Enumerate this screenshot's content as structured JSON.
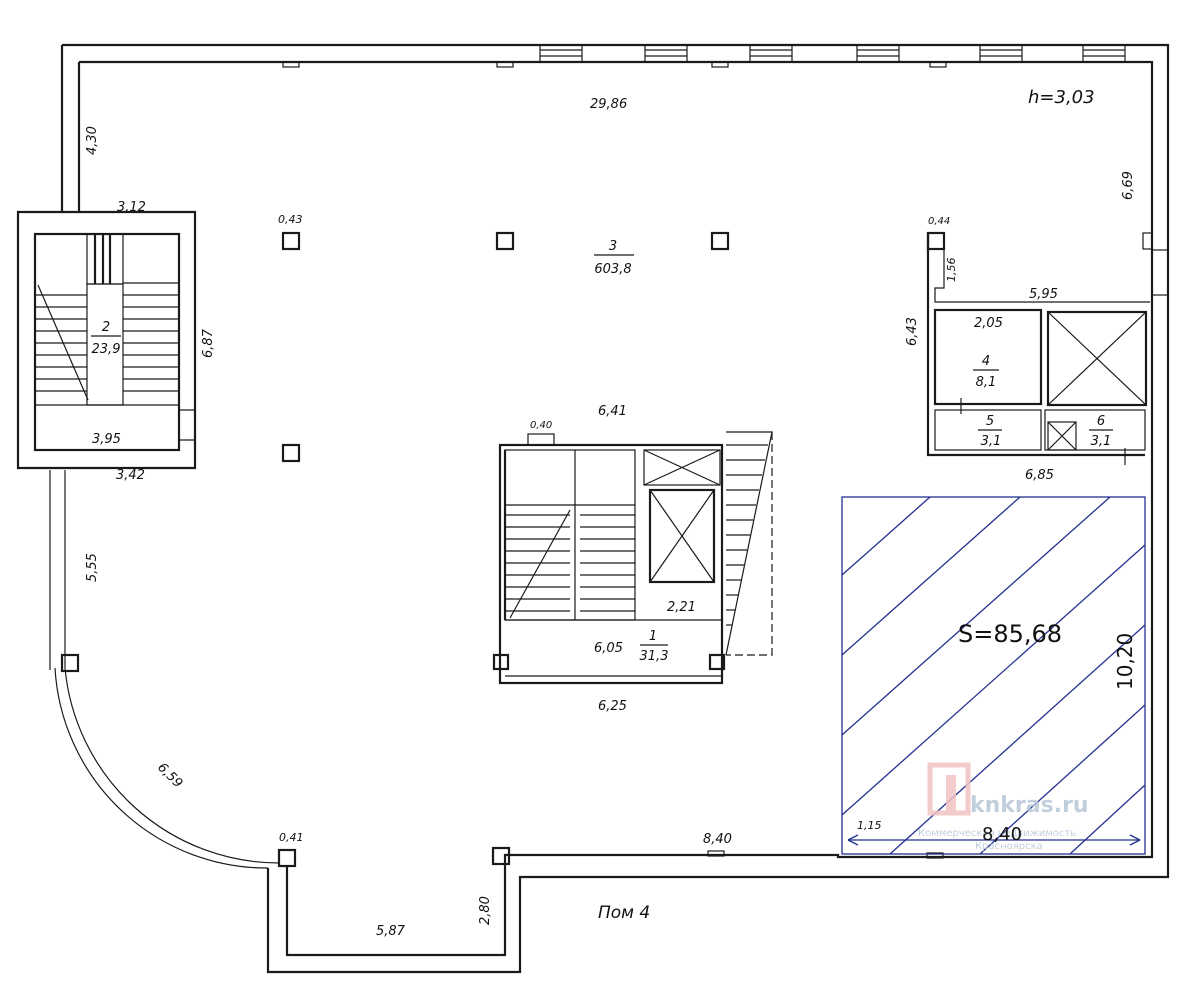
{
  "dimensions": {
    "top_width": "29,86",
    "height_label": "h=3,03",
    "left_upper": "4,30",
    "stair_top": "3,12",
    "stair_height": "6,87",
    "stair_inner_bottom": "3,95",
    "stair_bottom": "3,42",
    "left_middle": "5,55",
    "arc": "6,59",
    "column_a": "0,43",
    "column_b": "0,44",
    "column_c": "0,40",
    "column_d": "0,41",
    "right_upper": "6,69",
    "core_right_small": "1,56",
    "core_right_top": "5,95",
    "core_right_height": "6,43",
    "core_right_room4_width": "2,05",
    "core_right_bottom": "6,85",
    "center_top": "6,41",
    "center_inner": "6,05",
    "center_lift": "2,21",
    "center_bottom": "6,25",
    "bottom_right": "8,40",
    "notch_height": "2,80",
    "notch_width": "5,87",
    "hatch_height": "10,20",
    "hatch_width": "8,40",
    "hatch_small": "1,15"
  },
  "rooms": {
    "r1": {
      "number": "1",
      "area": "31,3"
    },
    "r2": {
      "number": "2",
      "area": "23,9"
    },
    "r3": {
      "number": "3",
      "area": "603,8"
    },
    "r4": {
      "number": "4",
      "area": "8,1"
    },
    "r5": {
      "number": "5",
      "area": "3,1"
    },
    "r6": {
      "number": "6",
      "area": "3,1"
    }
  },
  "highlight": {
    "area_label": "S=85,68",
    "color": "#23308f"
  },
  "footer": {
    "label": "Пом 4"
  },
  "watermark": {
    "site": "knkras.ru",
    "line1": "Коммерческая недвижимость",
    "line2": "Красноярска"
  }
}
